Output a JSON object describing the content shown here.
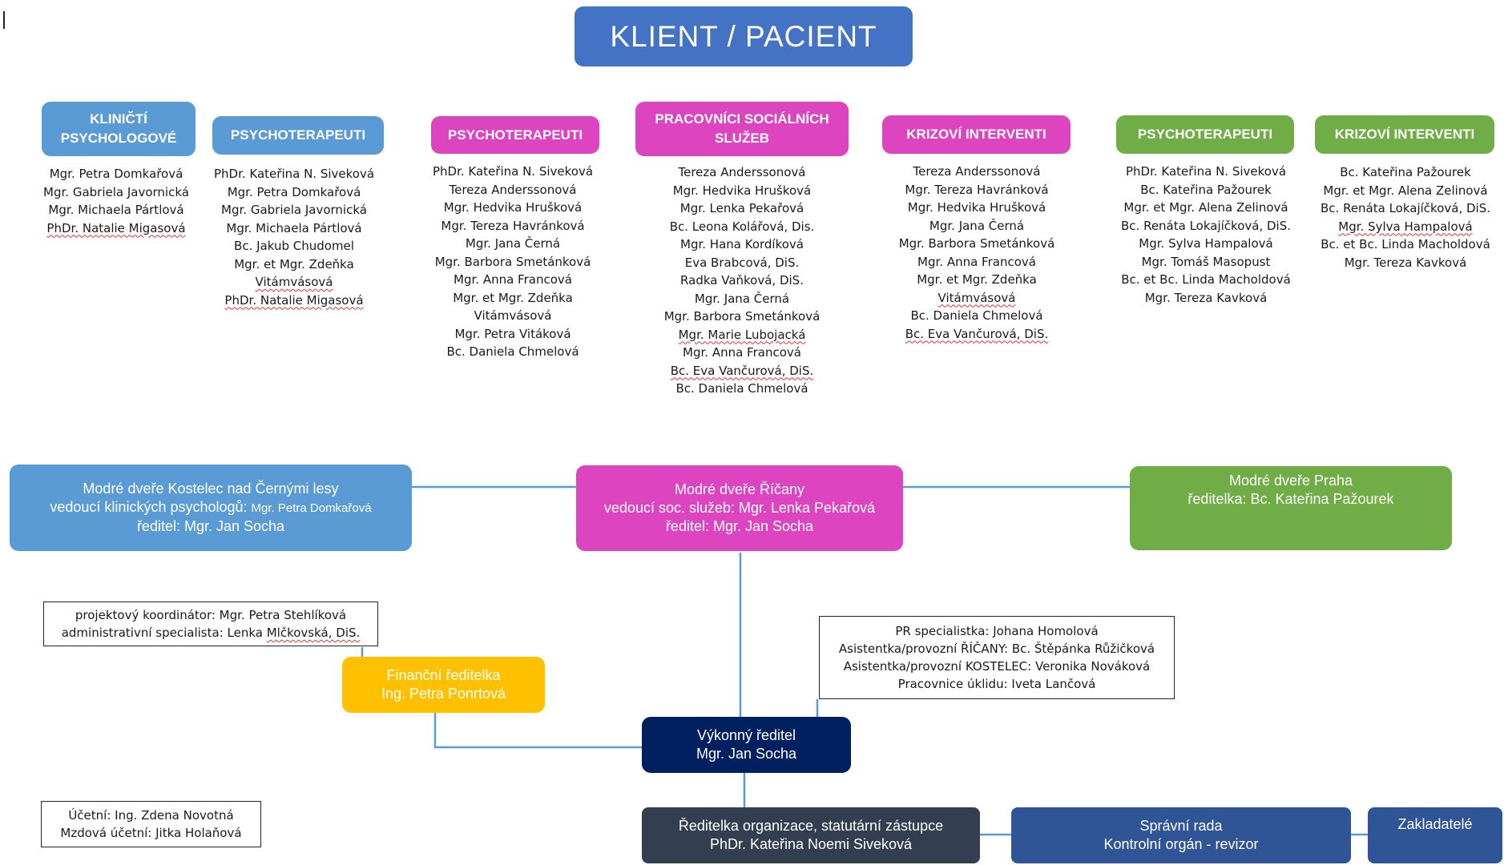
{
  "top": {
    "title": "KLIENT / PACIENT"
  },
  "colors": {
    "blue_light": "#5b9bd5",
    "magenta": "#dc44c0",
    "green": "#70ad47",
    "top_blue": "#4472c4",
    "yellow": "#ffc000",
    "navy": "#002060",
    "charcoal": "#333f50",
    "board_blue": "#2f5597",
    "connector": "#5b9bd5"
  },
  "columns": [
    {
      "header": "KLINIČTÍ PSYCHOLOGOVÉ",
      "header_lines": [
        "KLINIČTÍ",
        "PSYCHOLOGOVÉ"
      ],
      "items": [
        "Mgr. Petra Domkařová",
        "Mgr. Gabriela Javornická",
        "Mgr. Michaela Pártlová",
        "PhDr. Natalie Migasová"
      ]
    },
    {
      "header": "PSYCHOTERAPEUTI",
      "items": [
        "PhDr. Kateřina N. Siveková",
        "Mgr. Petra Domkařová",
        "Mgr. Gabriela Javornická",
        "Mgr. Michaela Pártlová",
        "Bc. Jakub Chudomel",
        "Mgr. et Mgr. Zdeňka",
        "Vitámvásová",
        "PhDr. Natalie Migasová"
      ]
    },
    {
      "header": "PSYCHOTERAPEUTI",
      "items": [
        "PhDr. Kateřina N. Siveková",
        "Tereza Anderssonová",
        "Mgr. Hedvika Hrušková",
        "Mgr. Tereza Havránková",
        "Mgr. Jana Černá",
        "Mgr. Barbora Smetánková",
        "Mgr. Anna Francová",
        "Mgr. et Mgr. Zdeňka",
        "Vitámvásová",
        "Mgr. Petra Vitáková",
        "Bc. Daniela Chmelová"
      ]
    },
    {
      "header": "PRACOVNÍCI SOCIÁLNÍCH SLUŽEB",
      "header_lines": [
        "PRACOVNÍCI SOCIÁLNÍCH",
        "SLUŽEB"
      ],
      "items": [
        "Tereza Anderssonová",
        "Mgr. Hedvika Hrušková",
        "Mgr. Lenka Pekařová",
        "Bc. Leona Kolářová, Dis.",
        "Mgr. Hana Kordíková",
        "Eva Brabcová, DiS.",
        "Radka Vaňková, DiS.",
        "Mgr. Jana Černá",
        "Mgr. Barbora Smetánková",
        "Mgr. Marie Lubojacká",
        "Mgr. Anna Francová",
        "Bc. Eva Vančurová, DiS.",
        "Bc. Daniela Chmelová"
      ]
    },
    {
      "header": "KRIZOVÍ INTERVENTI",
      "items": [
        "Tereza Anderssonová",
        "Mgr. Tereza Havránková",
        "Mgr. Hedvika Hrušková",
        "Mgr. Jana Černá",
        "Mgr. Barbora Smetánková",
        "Mgr. Anna Francová",
        "Mgr. et Mgr. Zdeňka",
        "Vitámvásová",
        "Bc. Daniela Chmelová",
        "Bc. Eva Vančurová, DiS."
      ]
    },
    {
      "header": "PSYCHOTERAPEUTI",
      "items": [
        "PhDr. Kateřina N. Siveková",
        "Bc. Kateřina Pažourek",
        "Mgr. et Mgr. Alena Zelinová",
        "Bc. Renáta Lokajíčková, DiS.",
        "Mgr. Sylva Hampalová",
        "Mgr. Tomáš Masopust",
        "Bc. et Bc. Linda Macholdová",
        "Mgr. Tereza Kavková"
      ]
    },
    {
      "header": "KRIZOVÍ INTERVENTI",
      "items": [
        "Bc. Kateřina Pažourek",
        "Mgr. et Mgr. Alena Zelinová",
        "Bc. Renáta Lokajíčková, DiS.",
        "Mgr. Sylva Hampalová",
        "Bc. et Bc. Linda Macholdová",
        "Mgr. Tereza Kavková"
      ]
    }
  ],
  "units": {
    "kostelec": {
      "line1": "Modré dveře Kostelec nad Černými lesy",
      "line2a": "vedoucí klinických psychologů: ",
      "line2b": "Mgr. Petra Domkařová",
      "line3": "ředitel: Mgr. Jan Socha"
    },
    "ricany": {
      "line1": "Modré dveře Říčany",
      "line2": "vedoucí soc. služeb: Mgr. Lenka Pekařová",
      "line3": "ředitel: Mgr. Jan Socha"
    },
    "praha": {
      "line1": "Modré dveře Praha",
      "line2": "ředitelka: Bc. Kateřina Pažourek"
    }
  },
  "notes": {
    "project": {
      "line1": "projektový koordinátor: Mgr. Petra Stehlíková",
      "line2a": "administrativní specialista: Lenka ",
      "line2b": "Mlčkovská, DiS."
    },
    "pr": {
      "line1": "PR specialistka: Johana Homolová",
      "line2": "Asistentka/provozní ŘÍČANY: Bc. Štěpánka Růžičková",
      "line3": "Asistentka/provozní KOSTELEC: Veronika Nováková",
      "line4": "Pracovnice úklidu: Iveta Lančová"
    },
    "accounting": {
      "line1": "Účetní: Ing. Zdena Novotná",
      "line2": "Mzdová účetní: Jitka Holaňová"
    }
  },
  "management": {
    "finance": {
      "line1": "Finanční ředitelka",
      "line2": "Ing. Petra Ponrtová"
    },
    "executive": {
      "line1": "Výkonný ředitel",
      "line2": "Mgr. Jan Socha"
    },
    "director": {
      "line1": "Ředitelka organizace, statutární zástupce",
      "line2": "PhDr. Kateřina Noemi Siveková"
    },
    "board": {
      "line1": "Správní rada",
      "line2": "Kontrolní orgán - revizor"
    },
    "founders": {
      "label": "Zakladatelé"
    }
  }
}
